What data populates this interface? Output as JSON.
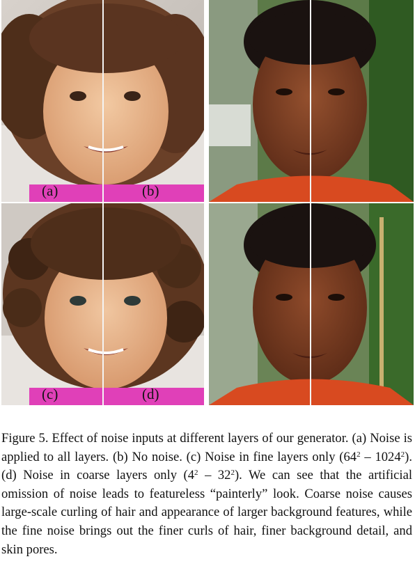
{
  "panels": {
    "a": "(a)",
    "b": "(b)",
    "c": "(c)",
    "d": "(d)"
  },
  "caption": {
    "figure_label": "Figure 5.",
    "text_1": " Effect of noise inputs at different layers of our generator. (a) Noise is applied to all layers. (b) No noise. (c) Noise in fine layers only (64",
    "sup_1": "2",
    "text_2": " – 1024",
    "sup_2": "2",
    "text_3": "). (d) Noise in coarse layers only (4",
    "sup_3": "2",
    "text_4": " – 32",
    "sup_4": "2",
    "text_5": "). We can see that the artificial omission of noise leads to featureless “painterly” look. Coarse noise causes large-scale curling of hair and appearance of larger background features, while the fine noise brings out the finer curls of hair, finer background detail, and skin pores."
  },
  "colors": {
    "child_skin": "#e8b48c",
    "child_hair": "#5a3420",
    "child_shirt": "#e040b8",
    "man_skin": "#7a3c24",
    "man_hair": "#1a1210",
    "foliage": "#3e6a2a"
  }
}
